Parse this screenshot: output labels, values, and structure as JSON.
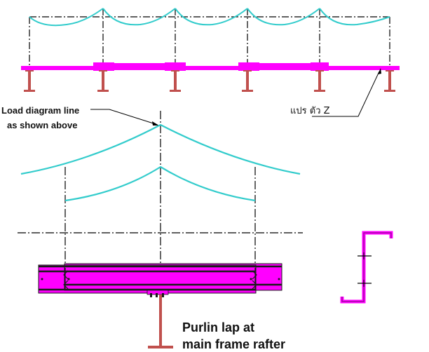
{
  "labels": {
    "load_line_1": "Load diagram line",
    "load_line_2": "as shown above",
    "purlin_type": "แปร ตัว Z",
    "lap_1": "Purlin lap at",
    "lap_2": "main frame rafter"
  },
  "colors": {
    "purlin": "#ff00ff",
    "load_curve": "#33cccc",
    "column": "#c0504d",
    "line": "#000000",
    "purlin_dark": "#1a1a1a"
  },
  "icons": {
    "z_section": "z-purlin-section-icon"
  }
}
